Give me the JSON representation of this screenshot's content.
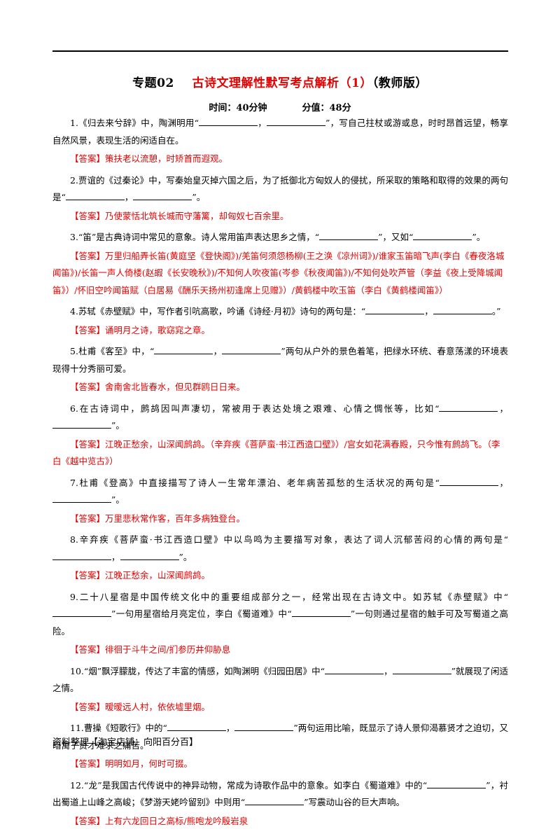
{
  "header": {
    "title_prefix": "专题02",
    "title_main": "古诗文理解性默写考点解析（1）",
    "title_suffix": "（教师版）",
    "time": "时间：40分钟",
    "score": "分值：48分"
  },
  "answer_tag": "【答案】",
  "questions": [
    {
      "q_a": "1.《归去来兮辞》中，陶渊明用“",
      "q_b": "，",
      "q_c": "”，写自己拄杖或游或息，时时昂首远望，畅享自然风景，表现生活的闲适自在。",
      "answer": "策扶老以流憩，时矫首而遐观。"
    },
    {
      "q_a": "2.贾谊的《过秦论》中，写秦始皇灭掉六国之后，为了抵御北方匈奴人的侵扰，所采取的策略和取得的效果的两句是“",
      "q_b": "，",
      "q_c": "”。",
      "answer": "乃使蒙恬北筑长城而守藩篱，却匈奴七百余里。"
    },
    {
      "q_a": "3.“笛”是古典诗词中常见的意象。诗人常用笛声表达思乡之情，“",
      "q_b": "”，又如“",
      "q_c": "”。",
      "answer": "万里归船弄长笛(黄庭坚《登快阁》)/羌笛何须怨杨柳(王之涣《凉州词》)/谁家玉笛暗飞声(李白《春夜洛城闻笛》)/长笛一声人倚楼(赵嘏《长安晚秋》)/不知何人吹夜笛(岑参《秋夜闻笛》)/不知何处吹芦管（李益《夜上受降城闻笛》）/怀旧空吟闻笛赋（白居易《酬乐天扬州初逢席上见赠》）/黄鹤楼中吹玉笛（李白《黄鹤楼闻笛》）"
    },
    {
      "q_a": "4.苏轼《赤壁赋》中，写作者引吭高歌，吟诵《诗经·月初》诗句的两句是：“",
      "q_b": "，",
      "q_c": "。”",
      "answer": "诵明月之诗，歌窈窕之章。"
    },
    {
      "q_a": "5.杜甫《客至》中，“",
      "q_b": "，",
      "q_c": "”两句从户外的景色着笔，把绿水环统、春意荡漾的环境表现得十分秀丽可爱。",
      "answer": "舍南舍北皆春水，但见群鸥日日来。"
    },
    {
      "q_a": "6.在古诗词中，鹧鸪因叫声凄切，常被用于表达处境之艰难、心情之惆怅等，比如“",
      "q_b": "，",
      "q_c": "”。",
      "answer": "江晚正愁余，山深闻鹧鸪。（辛弃疾《菩萨蛮·书江西造口壁》）/宫女如花满春殿，只今惟有鹧鸪飞。（李白《越中览古》）"
    },
    {
      "q_a": "7.杜甫《登高》中直接描写了诗人一生常年漂泊、老年病苦孤愁的生活状况的两句是“",
      "q_b": "，",
      "q_c": "”。",
      "answer": "万里悲秋常作客，百年多病独登台。"
    },
    {
      "q_a": "8.辛弃疾《菩萨蛮·书江西造口壁》中以鸟鸣为主要描写对象，表达了词人沉郁苦闷的心情的两句是“",
      "q_b": "，",
      "q_c": "”。",
      "answer": "江晚正愁余，山深闻鹧鸪。"
    },
    {
      "q_a": "9.二十八星宿是中国传统文化中的重要组成部分之一，经常出现在古诗文中。如苏轼《赤壁赋》中“",
      "q_b": "”一句用星宿给月亮定位，李白《蜀道难》中“",
      "q_c": "”一句则通过星宿的触手可及写蜀道之高险。",
      "answer": "徘徊于斗牛之间/扪参历井仰胁息"
    },
    {
      "q_a": "10.“烟”飘浮朦胧，传达了丰富的情感，如陶渊明《归园田居》中“",
      "q_b": "，",
      "q_c": "”就展现了闲适之情。",
      "answer": "暧暧远人村，依依墟里烟。"
    },
    {
      "q_a": "11.曹操《短歌行》中的“",
      "q_b": "，",
      "q_c": "”两句运用比喻，既显示了诗人景仰渴慕贤才之迫切，又暗寓了贤才难求之痛苦。",
      "answer": "明明如月，何时可掇。"
    },
    {
      "q_a": "12.“龙”是我国古代传说中的神异动物，常成为诗歌作品中的意象。如李白《蜀道难》中的“",
      "q_b": "”，衬出蜀道上山峰之高峻；《梦游天姥吟留别》中则用“",
      "q_c": "”写震动山谷的巨大声响。",
      "answer": "上有六龙回日之高标/熊咆龙吟殷岩泉"
    }
  ],
  "footer": "资料整理【淘宝店铺：向阳百分百】"
}
